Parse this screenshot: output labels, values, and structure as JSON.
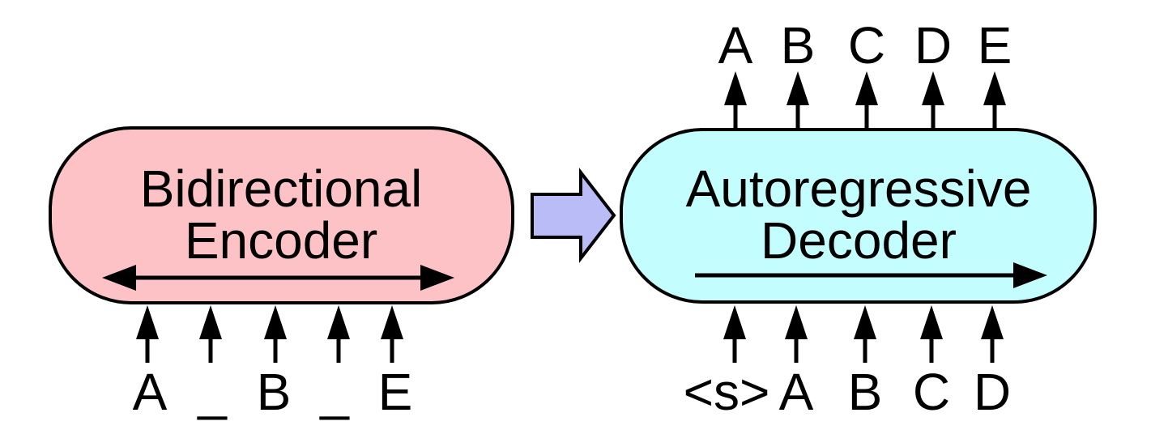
{
  "encoder": {
    "title": [
      "Bidirectional",
      "Encoder"
    ],
    "fill": "#fdc2c5",
    "inputs": [
      "A",
      "_",
      "B",
      "_",
      "E"
    ]
  },
  "decoder": {
    "title": [
      "Autoregressive",
      "Decoder"
    ],
    "fill": "#c4fdfd",
    "inputs": [
      "<s>",
      "A",
      "B",
      "C",
      "D"
    ],
    "outputs": [
      "A",
      "B",
      "C",
      "D",
      "E"
    ]
  },
  "connector_arrow": {
    "fill": "#babcf8"
  },
  "ink_color": "#000000",
  "background_color": "#ffffff"
}
